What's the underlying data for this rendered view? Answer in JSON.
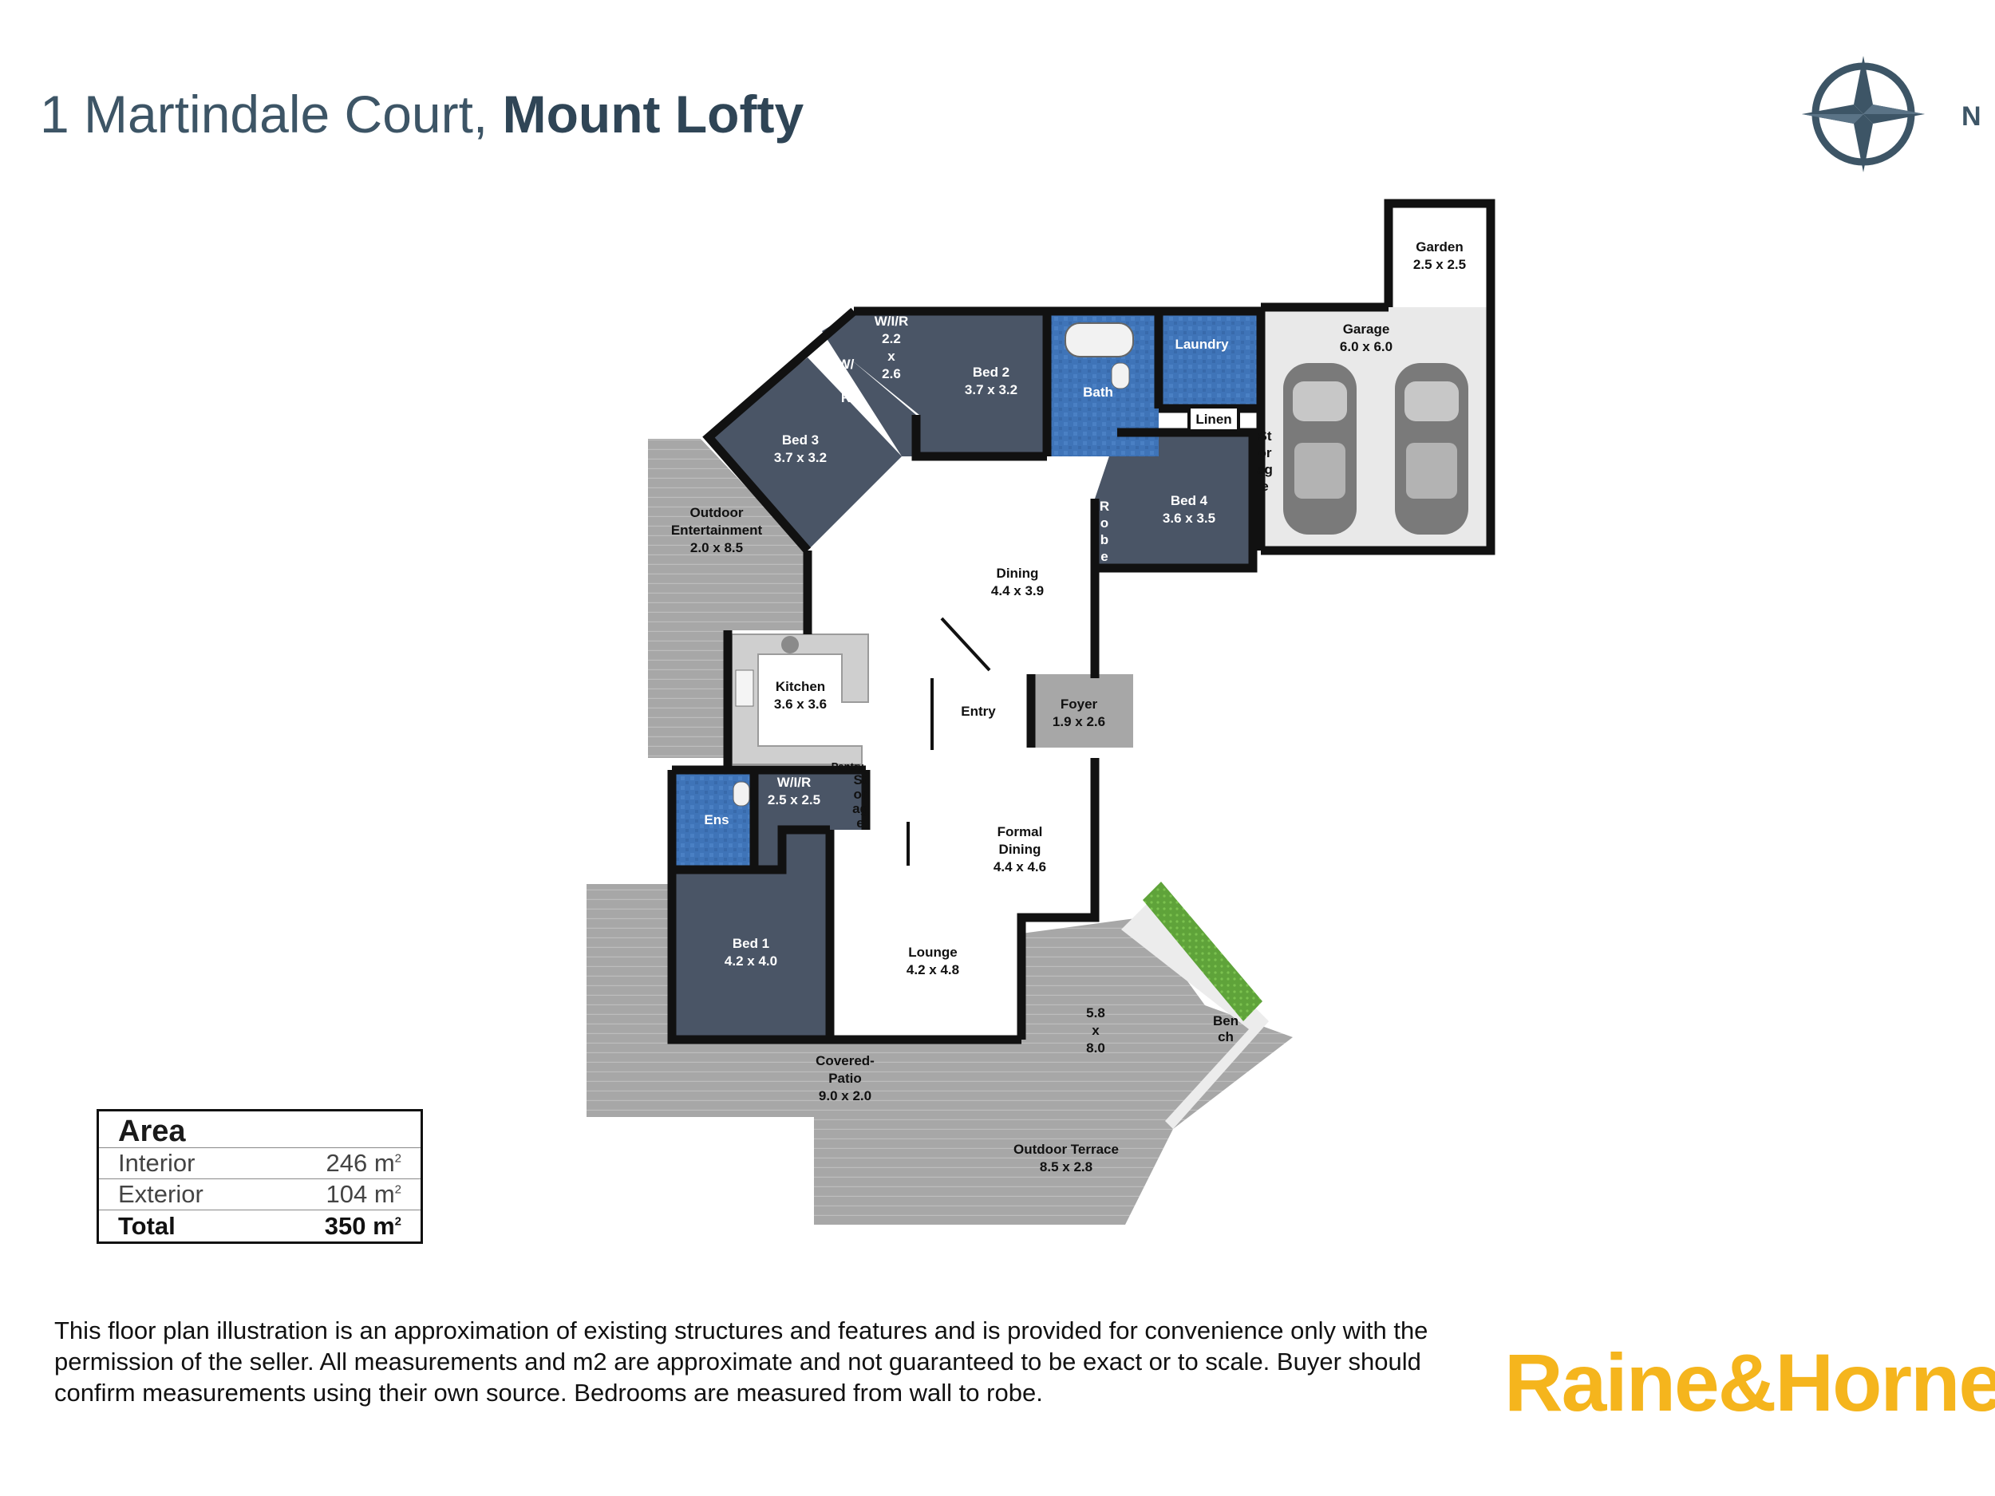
{
  "header": {
    "street": "1 Martindale Court, ",
    "suburb": "Mount Lofty"
  },
  "compass": {
    "north_label": "N",
    "icon": "compass-rose-icon"
  },
  "rooms": {
    "garden": {
      "name": "Garden",
      "dims": "2.5 x 2.5"
    },
    "garage": {
      "name": "Garage",
      "dims": "6.0 x 6.0"
    },
    "wir_top": {
      "name": "W/I/R",
      "dims_a": "2.2",
      "dims_x": "x",
      "dims_b": "2.6"
    },
    "wir_small": {
      "name_a": "W/",
      "name_b": "I/",
      "name_c": "R"
    },
    "bed2": {
      "name": "Bed 2",
      "dims": "3.7 x 3.2"
    },
    "bath": {
      "name": "Bath"
    },
    "laundry": {
      "name": "Laundry"
    },
    "linen": {
      "name": "Linen"
    },
    "storage_garage": {
      "l1": "St",
      "l2": "or",
      "l3": "ag",
      "l4": "e"
    },
    "bed3": {
      "name": "Bed 3",
      "dims": "3.7 x 3.2"
    },
    "bed4": {
      "name": "Bed 4",
      "dims": "3.6 x 3.5"
    },
    "robe": {
      "l1": "R",
      "l2": "o",
      "l3": "b",
      "l4": "e"
    },
    "outdoor_ent": {
      "l1": "Outdoor",
      "l2": "Entertainment",
      "dims": "2.0 x 8.5"
    },
    "dining": {
      "name": "Dining",
      "dims": "4.4 x 3.9"
    },
    "kitchen": {
      "name": "Kitchen",
      "dims": "3.6 x 3.6"
    },
    "entry": {
      "name": "Entry"
    },
    "foyer": {
      "name": "Foyer",
      "dims": "1.9 x 2.6"
    },
    "pantry": {
      "name": "Pantry"
    },
    "storage_kitchen": {
      "l1": "St",
      "l2": "or",
      "l3": "ag",
      "l4": "e"
    },
    "wir_bed1": {
      "name": "W/I/R",
      "dims": "2.5 x 2.5"
    },
    "ens": {
      "name": "Ens"
    },
    "formal_dining": {
      "l1": "Formal",
      "l2": "Dining",
      "dims": "4.4 x 4.6"
    },
    "bed1": {
      "name": "Bed 1",
      "dims": "4.2 x 4.0"
    },
    "lounge": {
      "name": "Lounge",
      "dims": "4.2 x 4.8"
    },
    "deck": {
      "l1": "5.8",
      "l2": "x",
      "l3": "8.0"
    },
    "bench": {
      "l1": "Ben",
      "l2": "ch"
    },
    "covered_patio": {
      "l1": "Covered-",
      "l2": "Patio",
      "dims": "9.0 x 2.0"
    },
    "outdoor_terrace": {
      "name": "Outdoor Terrace",
      "dims": "8.5 x 2.8"
    }
  },
  "area_table": {
    "heading": "Area",
    "rows": [
      {
        "label": "Interior",
        "value": "246 m",
        "unit_sup": "2"
      },
      {
        "label": "Exterior",
        "value": "104 m",
        "unit_sup": "2"
      },
      {
        "label": "Total",
        "value": "350 m",
        "unit_sup": "2"
      }
    ]
  },
  "disclaimer": "This floor plan illustration is an approximation of existing structures and features and is provided for convenience only with the permission of the seller. All measurements and m2 are approximate and not guaranteed to be exact or to scale. Buyer should confirm measurements using their own source. Bedrooms are measured from wall to robe.",
  "brand": {
    "name": "Raine&Horne",
    "reg": "®"
  },
  "colors": {
    "bedroom": "#4a5566",
    "wet_area": "#3f74b8",
    "deck": "#a9a9a9",
    "garage_floor": "#e9e9e9",
    "wall": "#111111",
    "brand_yellow": "#f5b51d",
    "title_blue": "#3d5566",
    "grass": "#6fb543"
  }
}
